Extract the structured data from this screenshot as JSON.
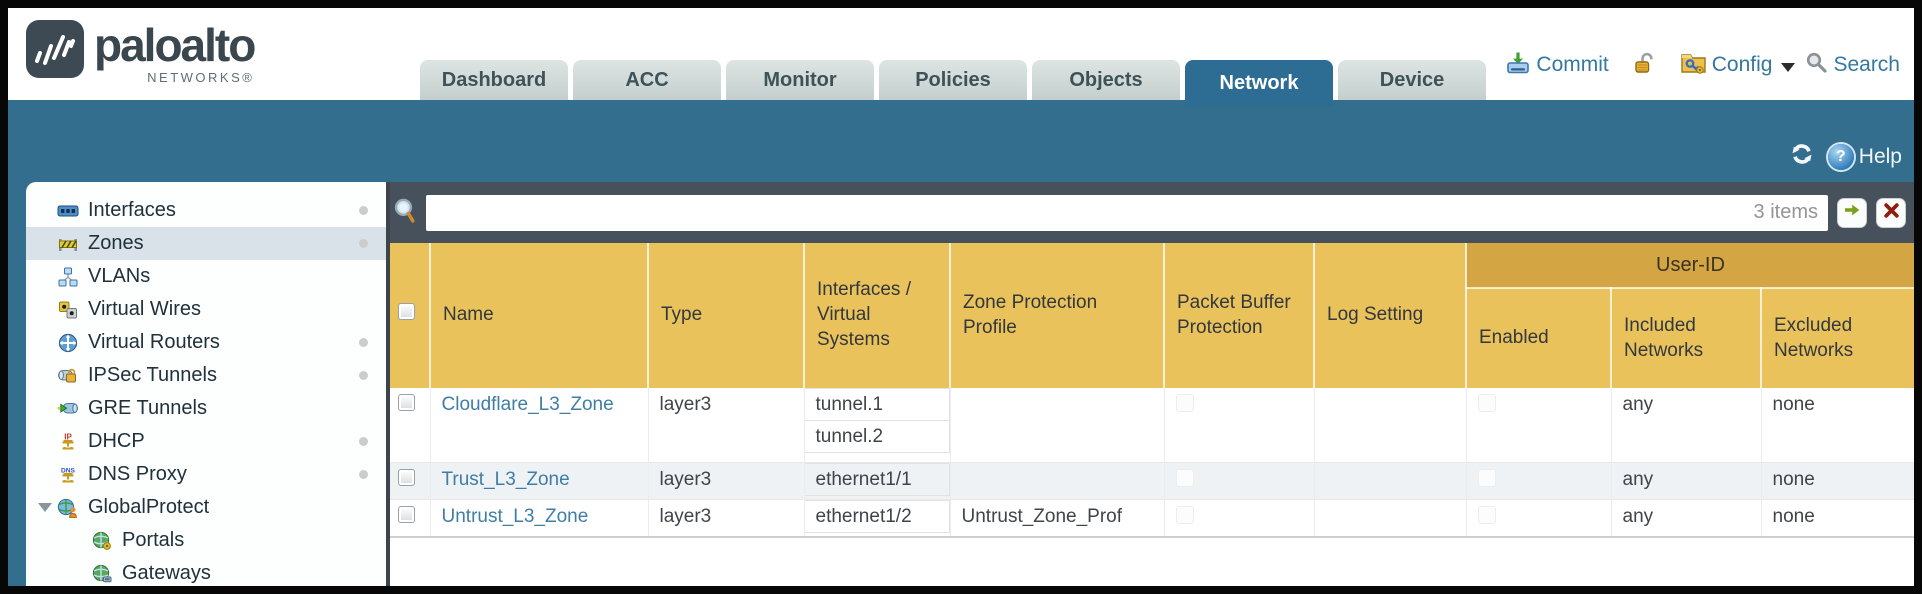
{
  "header": {
    "brand": "paloalto",
    "brand_sub": "NETWORKS®",
    "tabs": [
      {
        "label": "Dashboard"
      },
      {
        "label": "ACC"
      },
      {
        "label": "Monitor"
      },
      {
        "label": "Policies"
      },
      {
        "label": "Objects"
      },
      {
        "label": "Network",
        "active": true
      },
      {
        "label": "Device"
      }
    ],
    "utilities": {
      "commit": "Commit",
      "config": "Config",
      "search": "Search"
    }
  },
  "toolbar": {
    "help": "Help",
    "help_glyph": "?"
  },
  "sidebar": {
    "items": [
      {
        "label": "Interfaces",
        "icon": "interfaces-icon",
        "dot": true
      },
      {
        "label": "Zones",
        "icon": "zones-icon",
        "dot": true,
        "selected": true
      },
      {
        "label": "VLANs",
        "icon": "vlans-icon"
      },
      {
        "label": "Virtual Wires",
        "icon": "virtual-wires-icon"
      },
      {
        "label": "Virtual Routers",
        "icon": "virtual-routers-icon",
        "dot": true
      },
      {
        "label": "IPSec Tunnels",
        "icon": "ipsec-tunnels-icon",
        "dot": true
      },
      {
        "label": "GRE Tunnels",
        "icon": "gre-tunnels-icon"
      },
      {
        "label": "DHCP",
        "icon": "dhcp-icon",
        "dot": true
      },
      {
        "label": "DNS Proxy",
        "icon": "dns-proxy-icon",
        "dot": true
      },
      {
        "label": "GlobalProtect",
        "icon": "globalprotect-icon",
        "expandable": true
      },
      {
        "label": "Portals",
        "icon": "portals-icon",
        "indent": true
      },
      {
        "label": "Gateways",
        "icon": "gateways-icon",
        "indent": true
      }
    ]
  },
  "search": {
    "value": "",
    "count": "3 items"
  },
  "table": {
    "group_header": "User-ID",
    "columns": [
      "Name",
      "Type",
      "Interfaces / Virtual Systems",
      "Zone Protection Profile",
      "Packet Buffer Protection",
      "Log Setting"
    ],
    "user_id_columns": [
      "Enabled",
      "Included Networks",
      "Excluded Networks"
    ],
    "rows": [
      {
        "name": "Cloudflare_L3_Zone",
        "type": "layer3",
        "interfaces": [
          "tunnel.1",
          "tunnel.2"
        ],
        "zone_protection_profile": "",
        "log_setting": "",
        "included_networks": "any",
        "excluded_networks": "none"
      },
      {
        "name": "Trust_L3_Zone",
        "type": "layer3",
        "interfaces": [
          "ethernet1/1"
        ],
        "zone_protection_profile": "",
        "log_setting": "",
        "included_networks": "any",
        "excluded_networks": "none"
      },
      {
        "name": "Untrust_L3_Zone",
        "type": "layer3",
        "interfaces": [
          "ethernet1/2"
        ],
        "zone_protection_profile": "Untrust_Zone_Prof",
        "log_setting": "",
        "included_networks": "any",
        "excluded_networks": "none"
      }
    ]
  },
  "colors": {
    "accent_teal": "#336e8e",
    "header_gold": "#e9c25c",
    "user_id_band": "#d3a643",
    "link": "#3e7ea5",
    "dark_bar": "#47515c"
  }
}
